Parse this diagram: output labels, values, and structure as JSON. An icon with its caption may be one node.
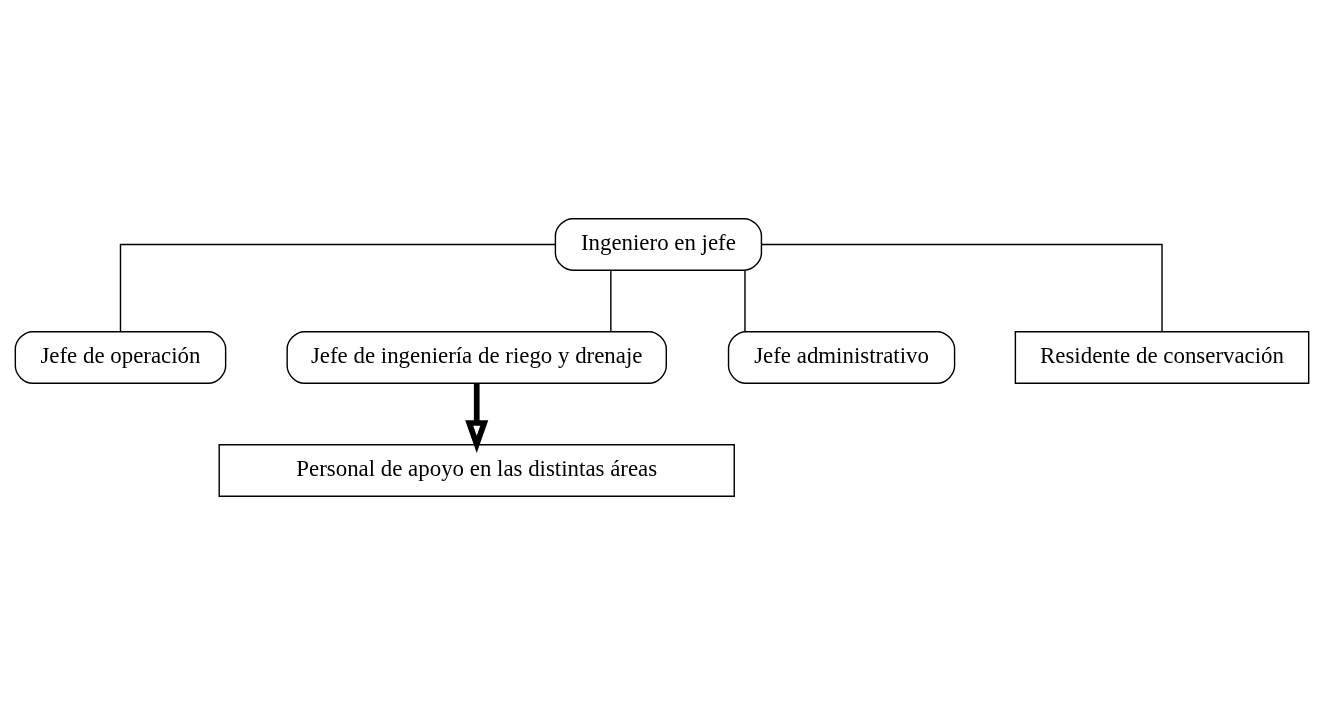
{
  "diagram": {
    "nodes": [
      {
        "text": [
          "Ingeniero en jefe"
        ]
      },
      {
        "text": [
          "Jefe de operación"
        ]
      },
      {
        "text": [
          "Jefe de ingeniería de riego y drenaje"
        ]
      },
      {
        "text": [
          "Jefe administrativo"
        ]
      },
      {
        "text": [
          "Residente de conservación"
        ]
      },
      {
        "text": [
          "Personal de apoyo en las distintas áreas"
        ]
      }
    ],
    "edges": [
      {
        "from": 0,
        "to": 4,
        "arrow": "none"
      },
      {
        "from": 0,
        "to": 1,
        "arrow": "none"
      },
      {
        "from": 0,
        "to": 2,
        "arrow": "none"
      },
      {
        "from": 0,
        "to": 3,
        "arrow": "none"
      },
      {
        "from": 2,
        "to": 5,
        "arrow": "to",
        "style": "thick"
      }
    ]
  }
}
